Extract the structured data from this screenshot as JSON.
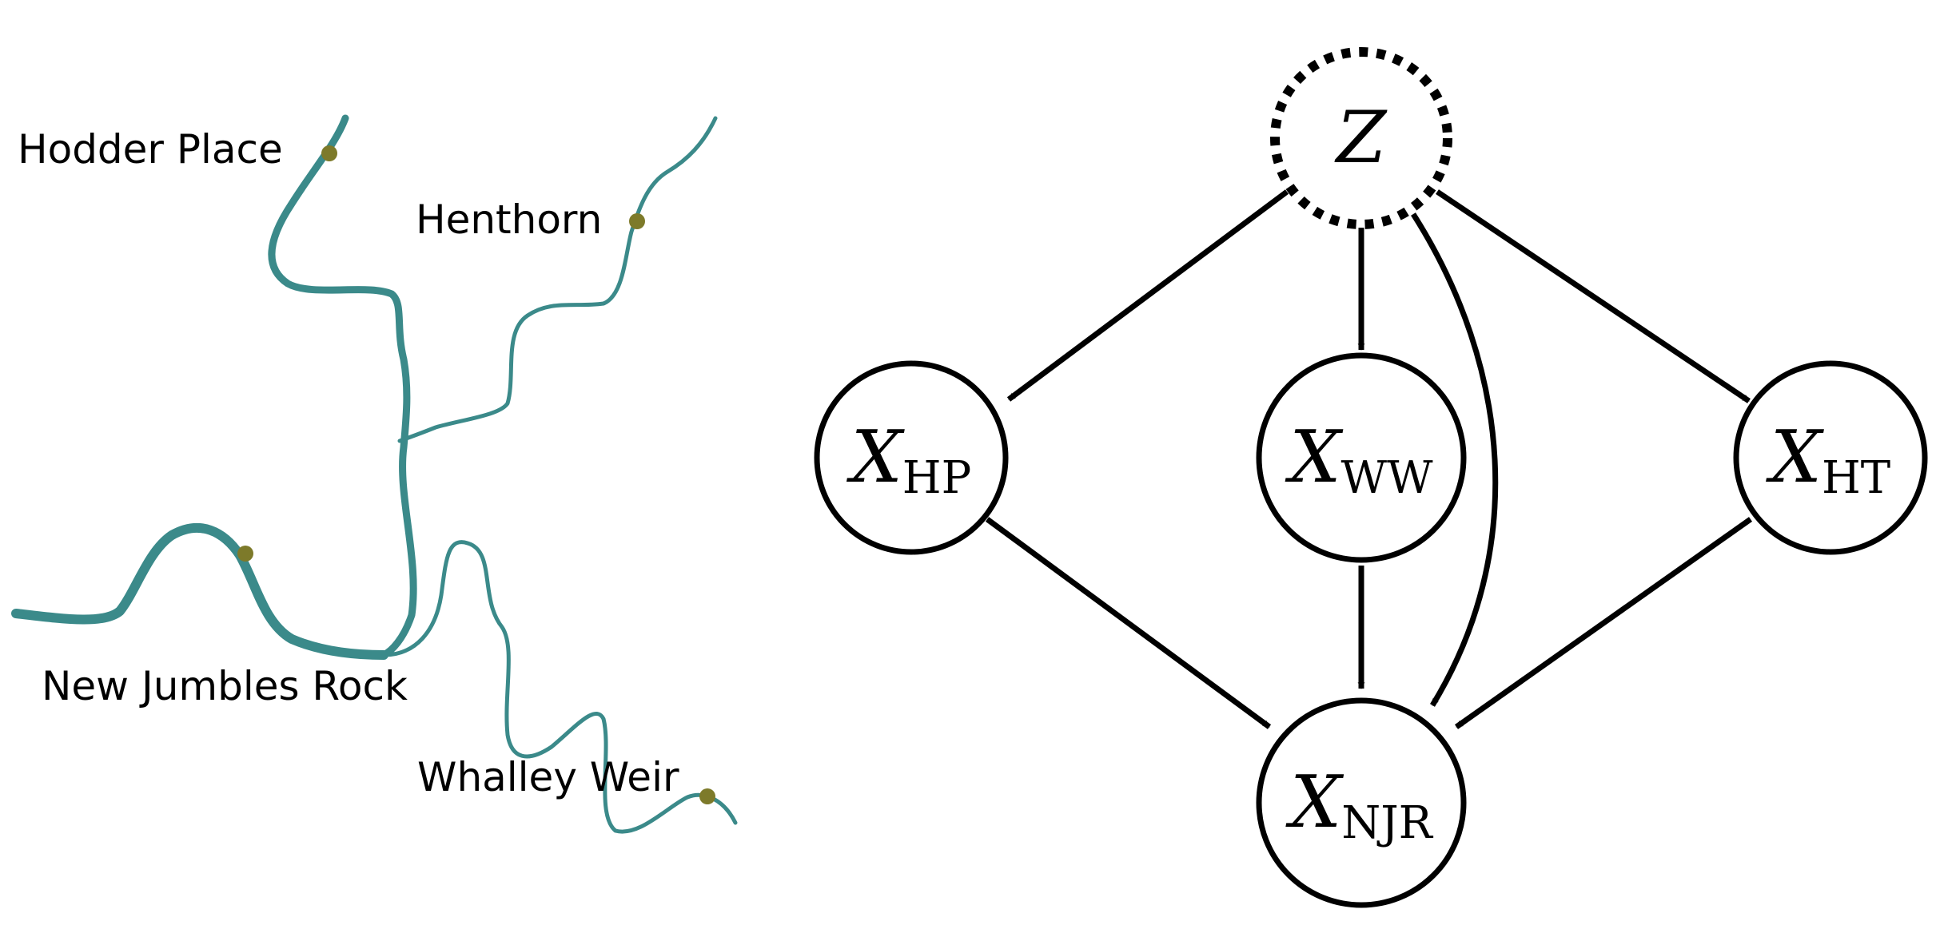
{
  "colors": {
    "river": "#3b8a8a",
    "station": "#7d7a2a",
    "ink": "#000000"
  },
  "map": {
    "stations": [
      {
        "id": "hodder-place",
        "label": "Hodder Place"
      },
      {
        "id": "henthorn",
        "label": "Henthorn"
      },
      {
        "id": "new-jumbles-rock",
        "label": "New Jumbles Rock"
      },
      {
        "id": "whalley-weir",
        "label": "Whalley Weir"
      }
    ]
  },
  "graph": {
    "nodes": [
      {
        "id": "z",
        "main": "Z",
        "sub": "",
        "latent": true
      },
      {
        "id": "hp",
        "main": "X",
        "sub": "HP",
        "latent": false
      },
      {
        "id": "ww",
        "main": "X",
        "sub": "WW",
        "latent": false
      },
      {
        "id": "ht",
        "main": "X",
        "sub": "HT",
        "latent": false
      },
      {
        "id": "njr",
        "main": "X",
        "sub": "NJR",
        "latent": false
      }
    ],
    "edges": [
      {
        "from": "z",
        "to": "hp"
      },
      {
        "from": "z",
        "to": "ww"
      },
      {
        "from": "z",
        "to": "ht"
      },
      {
        "from": "z",
        "to": "njr"
      },
      {
        "from": "hp",
        "to": "njr"
      },
      {
        "from": "ww",
        "to": "njr"
      },
      {
        "from": "ht",
        "to": "njr"
      }
    ]
  }
}
